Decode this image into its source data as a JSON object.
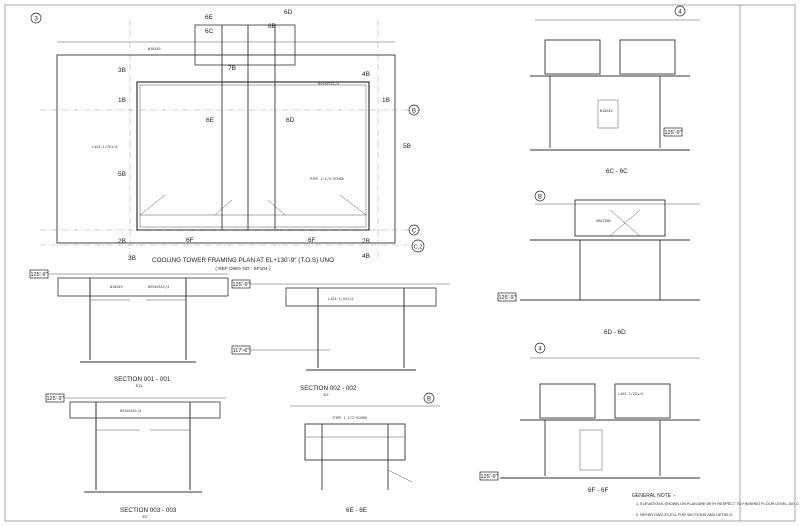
{
  "plan": {
    "title": "COOLING TOWER FRAMING PLAN AT EL+130'-9\" (T.O.S) UNO",
    "ref": "( REF DWG NO : SF104 )",
    "grid_top": [
      "6E",
      "6C",
      "7B",
      "6B",
      "6D"
    ],
    "grid_left": [
      "3B",
      "1B",
      "5B",
      "2B",
      "3B"
    ],
    "grid_right": [
      "4B",
      "1B",
      "5B",
      "2B",
      "4B"
    ],
    "grid_side": [
      "B",
      "C",
      "C.2"
    ],
    "corner_bubble": "3",
    "mid_labels": [
      "6E",
      "6D",
      "6F",
      "6F"
    ]
  },
  "sections": [
    {
      "title": "SECTION 001 - 001",
      "ref": "E11",
      "elev": "125'-9\""
    },
    {
      "title": "SECTION 002 - 002",
      "ref": "E2",
      "elev": "125'-9\"",
      "elev2": "117'-6\""
    },
    {
      "title": "SECTION 003 - 003",
      "ref": "E2",
      "elev": "125'-9\""
    }
  ],
  "elevations": [
    {
      "title": "6C - 6C",
      "bubble": "4",
      "elev": "125'-9\""
    },
    {
      "title": "6D - 6D",
      "bubble": "B",
      "elev": "125'-9\""
    },
    {
      "title": "6E - 6E",
      "bubble": "B",
      "elev": ""
    },
    {
      "title": "6F - 6F",
      "bubble": "4",
      "elev": "125'-9\""
    }
  ],
  "notes": {
    "heading": "GENERAL NOTE :-",
    "items": [
      "1. ELEVATIONS SHOWN ON PLAN ARE WITH RESPECT TO FINISHED FLOOR LEVEL 100'-0",
      "2. REFER DWG.E1-E11 FOR SECTIONS AND DETAILS."
    ]
  },
  "member_labels": {
    "beam_a": "W10X49",
    "beam_b": "HSS5X5X1/4",
    "beam_c": "L4X3-1/2X1/4",
    "grating": "GRATING",
    "pipe": "PIPE 1-1/2\"SCH80"
  },
  "colors": {
    "ink": "#222222",
    "paper": "#ffffff",
    "grid": "#888888"
  }
}
